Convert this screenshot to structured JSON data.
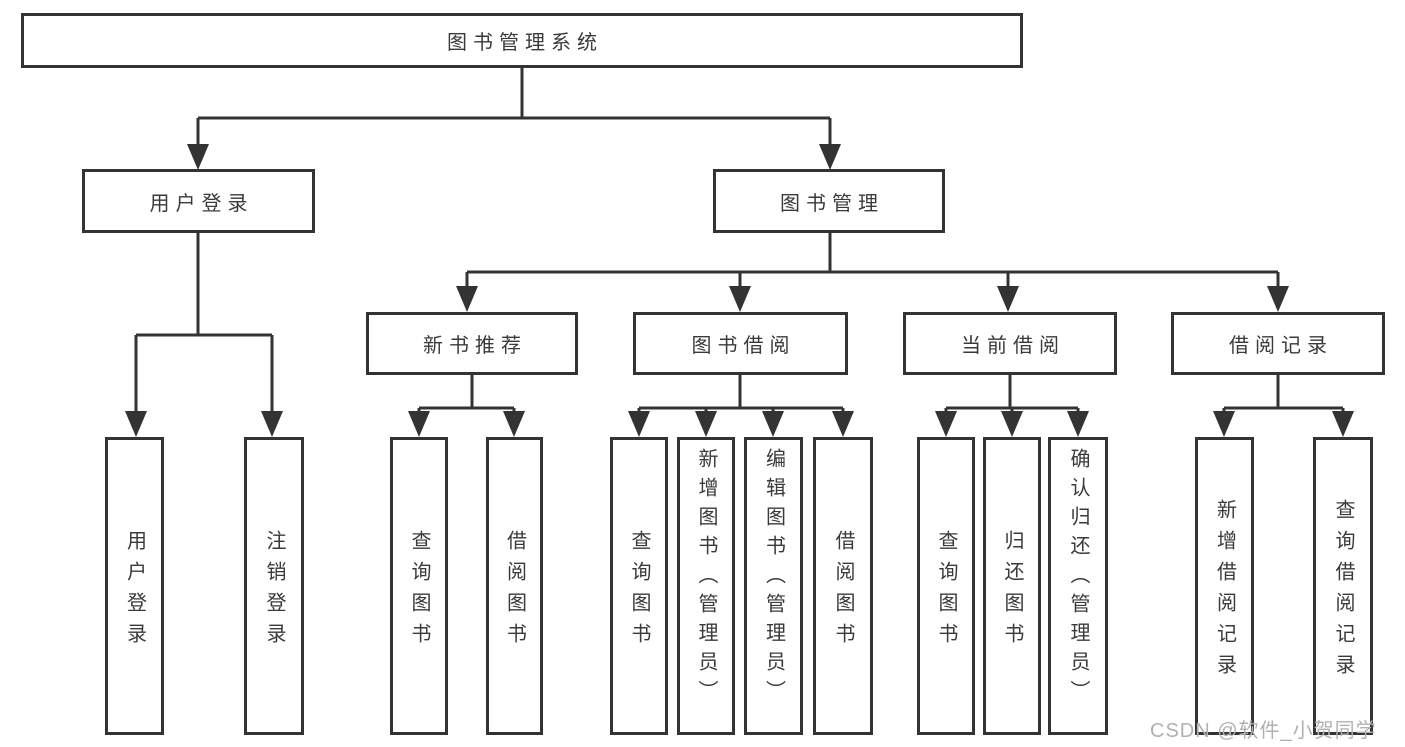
{
  "tree": {
    "label": "图书管理系统",
    "children": [
      {
        "label": "用户登录",
        "children": [
          {
            "label": "用户登录"
          },
          {
            "label": "注销登录"
          }
        ]
      },
      {
        "label": "图书管理",
        "children": [
          {
            "label": "新书推荐",
            "children": [
              {
                "label": "查询图书"
              },
              {
                "label": "借阅图书"
              }
            ]
          },
          {
            "label": "图书借阅",
            "children": [
              {
                "label": "查询图书"
              },
              {
                "label": "新增图书（管理员）"
              },
              {
                "label": "编辑图书（管理员）"
              },
              {
                "label": "借阅图书"
              }
            ]
          },
          {
            "label": "当前借阅",
            "children": [
              {
                "label": "查询图书"
              },
              {
                "label": "归还图书"
              },
              {
                "label": "确认归还（管理员）"
              }
            ]
          },
          {
            "label": "借阅记录",
            "children": [
              {
                "label": "新增借阅记录"
              },
              {
                "label": "查询借阅记录"
              }
            ]
          }
        ]
      }
    ]
  },
  "watermark": "CSDN @软件_小贺同学",
  "colors": {
    "line": "#333333",
    "text": "#3a3a3a",
    "watermark": "#b1b1b1",
    "background": "#ffffff"
  }
}
